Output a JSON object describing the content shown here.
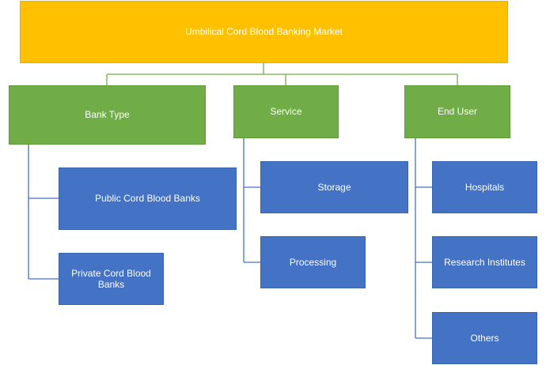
{
  "root": {
    "label": "Umbilical Cord Blood Banking Market"
  },
  "categories": [
    {
      "label": "Bank Type",
      "items": [
        "Public Cord Blood Banks",
        "Private Cord Blood Banks"
      ]
    },
    {
      "label": "Service",
      "items": [
        "Storage",
        "Processing"
      ]
    },
    {
      "label": "End User",
      "items": [
        "Hospitals",
        "Research Institutes",
        "Others"
      ]
    }
  ],
  "colors": {
    "root_fill": "#ffc000",
    "category_fill": "#70ad47",
    "item_fill": "#4472c4",
    "root_connector": "#70ad47",
    "branch_connector": "#4472c4",
    "text": "#ffffff"
  }
}
